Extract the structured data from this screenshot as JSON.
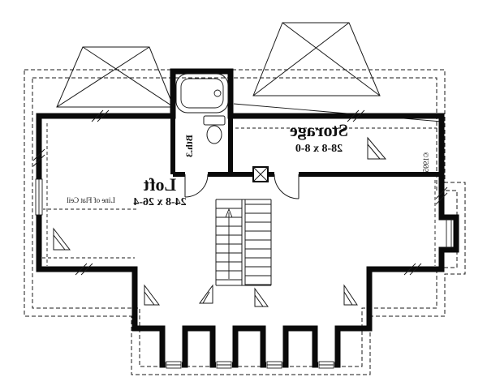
{
  "colors": {
    "paper": "#ffffff",
    "ink": "#1a1a1a",
    "wall": "#0a0a0a"
  },
  "rooms": {
    "storage": {
      "name": "Storage",
      "dims": "28-8 x 8-0"
    },
    "loft": {
      "name": "Loft",
      "dims": "24-8 x 26-4"
    },
    "bath": {
      "name": "Bth.3"
    }
  },
  "annotations": {
    "flat_ceiling": "Line of Flat Ceil",
    "copyright": "©1995"
  }
}
